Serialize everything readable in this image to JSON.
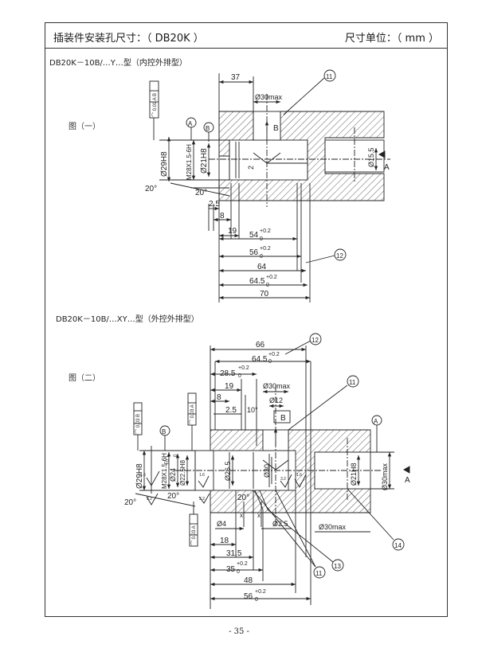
{
  "header": {
    "title": "插装件安装孔尺寸：（ DB20K ）",
    "unit": "尺寸单位：（ mm ）"
  },
  "section1": {
    "caption": "DB20K－10B/…Y…型（内控外排型）",
    "figure_label": "图（一）",
    "frame_top": "⌒ 0.01 A B",
    "labels": {
      "A": "A",
      "B": "B",
      "arrowB": "B",
      "arrowA": "A",
      "d37": "37",
      "d30max": "Ø30max",
      "c11": "11",
      "c12": "12",
      "d29H8": "Ø29H8",
      "thread": "M28X1.5-6H",
      "d21H8": "Ø21H8",
      "d15_5": "Ø15.5",
      "d2": "2",
      "a20_1": "20°",
      "a20_2": "20°",
      "d2_5": "2.5",
      "d8": "8",
      "d19": "19",
      "d54": "54",
      "d54t": "+0.2",
      "d54s": "0",
      "d56": "56",
      "d56t": "+0.2",
      "d56s": "0",
      "d64": "64",
      "d64_5": "64.5",
      "d64_5t": "+0.2",
      "d64_5s": "0",
      "d70": "70"
    }
  },
  "section2": {
    "caption": "DB20K－10B/…XY…型（外控外排型）",
    "figure_label": "图（二）",
    "frame_a": "⌒ 0.03 B",
    "frame_b": "⌒ 0.03 A",
    "frame_c": "⌒ 0.03 A",
    "labels": {
      "d66": "66",
      "d64_5": "64.5",
      "d64_5t": "+0.2",
      "d64_5s": "0",
      "d28_5": "28.5",
      "d28_5t": "+0.2",
      "d28_5s": "0",
      "d19": "19",
      "d8": "8",
      "d2_5": "2.5",
      "a10": "10°",
      "d30max_top": "Ø30max",
      "d12": "Ø12",
      "c12": "12",
      "c11a": "11",
      "c11b": "11",
      "c13": "13",
      "c14": "14",
      "B": "B",
      "arrowB": "B",
      "A": "A",
      "arrowA": "A",
      "d29H8": "Ø29H8",
      "thread": "M28X1.5-6H",
      "d24": "Ø24",
      "d24t": "+0.1",
      "d24s": "0",
      "d22_5H8": "Ø22.5H8",
      "d26_5": "Ø26.5",
      "d30": "Ø30",
      "d21H8": "Ø21H8",
      "d30max_r": "Ø30max",
      "r1_6a": "1.6",
      "r1_6b": "1.6",
      "r1_6c": "1.6",
      "r3_2a": "3.2",
      "r3_2b": "3.2",
      "r3_2c": "3.2",
      "a20_1": "20°",
      "a20_2": "20°",
      "a20_3": "20°",
      "x1": "x",
      "x2": "x",
      "d4": "Ø4",
      "d2_5b": "Ø2.5",
      "d30max_b": "Ø30max",
      "d18": "18",
      "d31_5": "31.5",
      "d35": "35",
      "d35t": "+0.2",
      "d35s": "0",
      "d48": "48",
      "d56": "56",
      "d56t": "+0.2",
      "d56s": "0"
    }
  },
  "footer": {
    "page_number": "- 35 -"
  }
}
